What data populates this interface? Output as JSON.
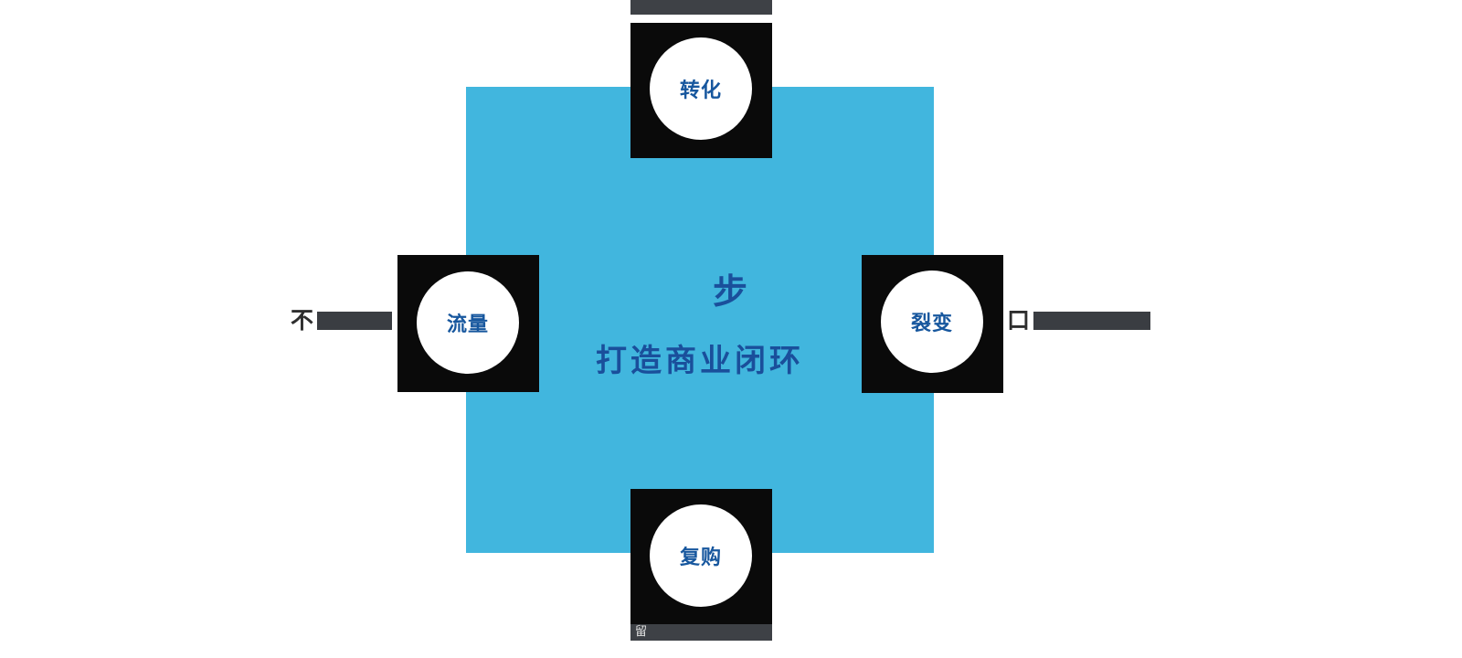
{
  "diagram": {
    "center": {
      "line1": "步",
      "line2": "打造商业闭环"
    },
    "nodes": {
      "top": {
        "label": "转化"
      },
      "left": {
        "label": "流量"
      },
      "right": {
        "label": "裂变"
      },
      "bottom": {
        "label": "复购"
      }
    },
    "side_labels": {
      "left_visible": "不",
      "right_visible": "口",
      "bottom_ribbon_visible": "留"
    },
    "colors": {
      "square_blue": "#41b6de",
      "text_navy": "#1a4f9b",
      "node_label_blue": "#17579e",
      "node_black": "#0a0a0a",
      "ribbon_gray": "#3e4146",
      "side_text_dark": "#2e2e2e"
    }
  }
}
